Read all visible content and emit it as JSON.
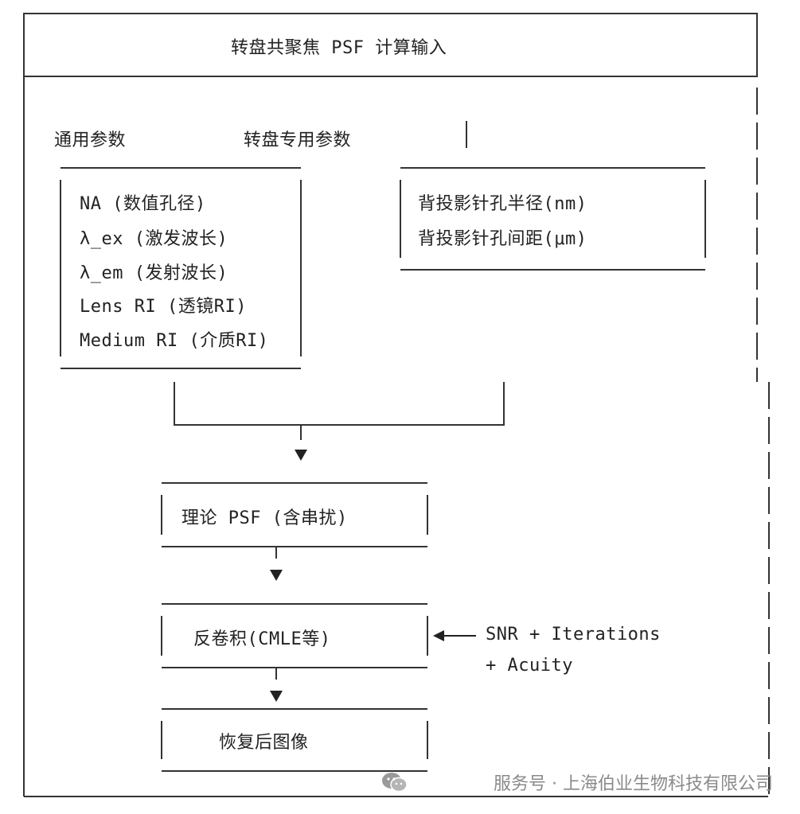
{
  "title": "转盘共聚焦 PSF 计算输入",
  "sections": {
    "general_label": "通用参数",
    "spinning_label": "转盘专用参数"
  },
  "general_params": [
    "NA (数值孔径)",
    "λ_ex (激发波长)",
    "λ_em (发射波长)",
    "Lens RI (透镜RI)",
    "Medium RI (介质RI)"
  ],
  "spinning_params": [
    "背投影针孔半径(nm)",
    "背投影针孔间距(μm)"
  ],
  "flow": {
    "psf_box": "理论 PSF (含串扰)",
    "deconv_box": "反卷积(CMLE等)",
    "result_box": "恢复后图像",
    "side_input_line1": "SNR + Iterations",
    "side_input_line2": "+ Acuity"
  },
  "watermark": {
    "text": "服务号 · 上海伯业生物科技有限公司",
    "icon": "wechat-icon"
  }
}
